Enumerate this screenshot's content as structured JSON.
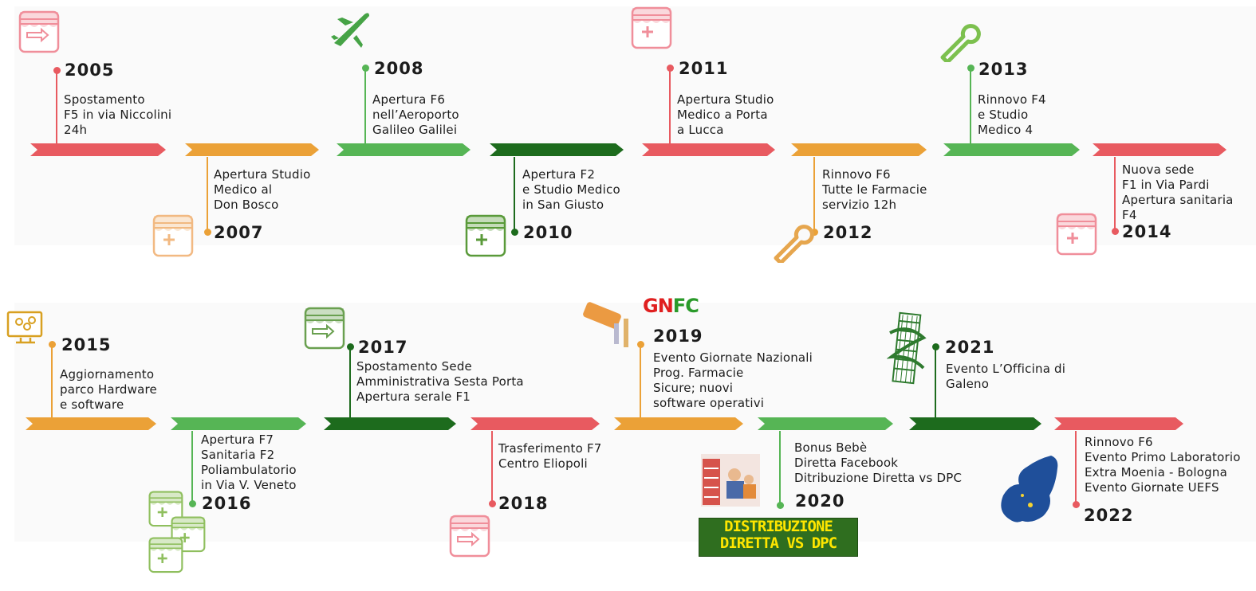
{
  "colors": {
    "red": "#e85a60",
    "orange": "#eba137",
    "green": "#56b555",
    "dark_green": "#1d6b1d"
  },
  "milestones": [
    {
      "year": "2005",
      "lines": [
        "Spostamento",
        "F5 in via Niccolini",
        "24h"
      ],
      "color": "red",
      "icon": "shop-arrow-icon"
    },
    {
      "year": "2007",
      "lines": [
        "Apertura Studio",
        "Medico al",
        "Don Bosco"
      ],
      "color": "orange",
      "icon": "shop-plus-icon"
    },
    {
      "year": "2008",
      "lines": [
        "Apertura F6",
        "nell’Aeroporto",
        "Galileo Galilei"
      ],
      "color": "green",
      "icon": "airplane-icon"
    },
    {
      "year": "2010",
      "lines": [
        "Apertura F2",
        "e Studio Medico",
        "in San Giusto"
      ],
      "color": "dark_green",
      "icon": "shop-plus-icon"
    },
    {
      "year": "2011",
      "lines": [
        "Apertura Studio",
        "Medico a Porta",
        "a Lucca"
      ],
      "color": "red",
      "icon": "shop-plus-icon"
    },
    {
      "year": "2012",
      "lines": [
        "Rinnovo F6",
        "Tutte le Farmacie",
        "servizio 12h"
      ],
      "color": "orange",
      "icon": "wrench-icon"
    },
    {
      "year": "2013",
      "lines": [
        "Rinnovo F4",
        "e Studio",
        "Medico 4"
      ],
      "color": "green",
      "icon": "wrench-icon"
    },
    {
      "year": "2014",
      "lines": [
        "Nuova sede",
        "F1 in Via Pardi",
        "Apertura sanitaria",
        "F4"
      ],
      "color": "red",
      "icon": "shop-plus-icon"
    },
    {
      "year": "2015",
      "lines": [
        "Aggiornamento",
        "parco Hardware",
        "e software"
      ],
      "color": "orange",
      "icon": "computer-icon"
    },
    {
      "year": "2016",
      "lines": [
        "Apertura F7",
        "Sanitaria F2",
        "Poliambulatorio",
        "in Via V. Veneto"
      ],
      "color": "green",
      "icon": "shops-plus-icon"
    },
    {
      "year": "2017",
      "lines": [
        "Spostamento Sede",
        "Amministrativa Sesta Porta",
        "Apertura serale F1"
      ],
      "color": "dark_green",
      "icon": "shop-arrow-icon"
    },
    {
      "year": "2018",
      "lines": [
        "Trasferimento F7",
        "Centro Eliopoli"
      ],
      "color": "red",
      "icon": "shop-arrow-icon"
    },
    {
      "year": "2019",
      "lines": [
        "Evento Giornate Nazionali",
        "Prog. Farmacie",
        "Sicure; nuovi",
        "software operativi"
      ],
      "color": "orange",
      "icon": "security-camera-icon"
    },
    {
      "year": "2020",
      "lines": [
        "Bonus Bebè",
        "Diretta Facebook",
        "Ditribuzione Diretta vs DPC"
      ],
      "color": "green",
      "icon": "poster-icon"
    },
    {
      "year": "2021",
      "lines": [
        "Evento L’Officina di",
        "Galeno"
      ],
      "color": "dark_green",
      "icon": "tower-of-pisa-icon"
    },
    {
      "year": "2022",
      "lines": [
        "Rinnovo F6",
        "Evento Primo Laboratorio",
        "Extra Moenia - Bologna",
        "Evento Giornate UEFS"
      ],
      "color": "red",
      "icon": "europe-map-icon"
    }
  ],
  "logos": {
    "gnfc": "GNFC",
    "banner": [
      "DISTRIBUZIONE",
      "DIRETTA VS DPC"
    ]
  }
}
